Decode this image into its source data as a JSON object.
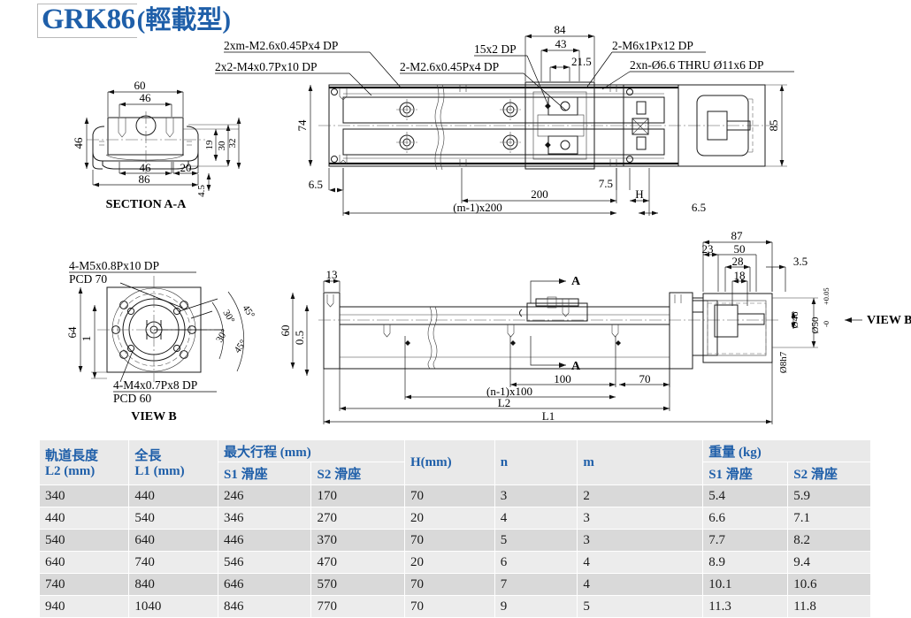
{
  "title": {
    "model": "GRK86",
    "suffix": "(輕載型)"
  },
  "drawing": {
    "section_caption": "SECTION A-A",
    "view_caption": "VIEW B",
    "view_b_arrow_label": "VIEW B",
    "section_arrow_top": "A",
    "section_arrow_bottom": "A",
    "notes": [
      "2xm-M2.6x0.45Px4 DP",
      "2x2-M4x0.7Px10 DP",
      "2-M2.6x0.45Px4 DP",
      "15x2 DP",
      "2-M6x1Px12 DP",
      "2xn-Ø6.6 THRU Ø11x6 DP",
      "4-M5x0.8Px10 DP",
      "PCD 70",
      "4-M4x0.7Px8 DP",
      "PCD 60"
    ],
    "dims_section_aa": {
      "top_outer": "60",
      "top_inner": "46",
      "left_height": "46",
      "bottom_inner": "46",
      "bottom_right": "20",
      "bottom_outer": "86",
      "v_19": "19",
      "v_30": "30",
      "v_32": "32",
      "v_45": "4.5"
    },
    "dims_view_b": {
      "height_64": "64",
      "step_1": "1",
      "ang_45_top": "45°",
      "ang_30_top": "30°",
      "ang_30_bot": "30°",
      "ang_45_bot": "45°"
    },
    "dims_top_view": {
      "d_84": "84",
      "d_43": "43",
      "d_215": "21.5",
      "d_74": "74",
      "d_85": "85",
      "d_65_left": "6.5",
      "d_200": "200",
      "d_m1x200": "(m-1)x200",
      "d_75": "7.5",
      "d_H": "H",
      "d_65_right": "6.5"
    },
    "dims_front_view": {
      "d_13": "13",
      "d_60": "60",
      "d_05": "0.5",
      "d_100": "100",
      "d_70": "70",
      "d_n1x100": "(n-1)x100",
      "d_L2": "L2",
      "d_L1": "L1"
    },
    "dims_motor": {
      "d_87": "87",
      "d_23": "23",
      "d_50": "50",
      "d_28": "28",
      "d_18": "18",
      "d_35": "3.5",
      "d_d46": "Ø46",
      "d_d50": "Ø50",
      "d_d50_tol_up": "+0.05",
      "d_d50_tol_low": "-0",
      "d_d8h7": "Ø8h7"
    }
  },
  "table": {
    "header_groups": [
      {
        "label": "軌道長度",
        "sub": "L2 (mm)"
      },
      {
        "label": "全長",
        "sub": "L1 (mm)"
      },
      {
        "label": "最大行程 (mm)",
        "subs": [
          "S1 滑座",
          "S2 滑座"
        ]
      },
      {
        "label": "H(mm)"
      },
      {
        "label": "n"
      },
      {
        "label": "m"
      },
      {
        "label": "重量 (kg)",
        "subs": [
          "S1 滑座",
          "S2 滑座"
        ]
      }
    ],
    "headers": {
      "l2_title": "軌道長度",
      "l2_sub": "L2 (mm)",
      "l1_title": "全長",
      "l1_sub": "L1 (mm)",
      "stroke_title": "最大行程 (mm)",
      "stroke_s1": "S1 滑座",
      "stroke_s2": "S2 滑座",
      "h": "H(mm)",
      "n": "n",
      "m": "m",
      "weight_title": "重量 (kg)",
      "weight_s1": "S1 滑座",
      "weight_s2": "S2 滑座"
    },
    "rows": [
      {
        "l2": "340",
        "l1": "440",
        "s1": "246",
        "s2": "170",
        "h": "70",
        "n": "3",
        "m": "2",
        "w1": "5.4",
        "w2": "5.9"
      },
      {
        "l2": "440",
        "l1": "540",
        "s1": "346",
        "s2": "270",
        "h": "20",
        "n": "4",
        "m": "3",
        "w1": "6.6",
        "w2": "7.1"
      },
      {
        "l2": "540",
        "l1": "640",
        "s1": "446",
        "s2": "370",
        "h": "70",
        "n": "5",
        "m": "3",
        "w1": "7.7",
        "w2": "8.2"
      },
      {
        "l2": "640",
        "l1": "740",
        "s1": "546",
        "s2": "470",
        "h": "20",
        "n": "6",
        "m": "4",
        "w1": "8.9",
        "w2": "9.4"
      },
      {
        "l2": "740",
        "l1": "840",
        "s1": "646",
        "s2": "570",
        "h": "70",
        "n": "7",
        "m": "4",
        "w1": "10.1",
        "w2": "10.6"
      },
      {
        "l2": "940",
        "l1": "1040",
        "s1": "846",
        "s2": "770",
        "h": "70",
        "n": "9",
        "m": "5",
        "w1": "11.3",
        "w2": "11.8"
      }
    ]
  },
  "colors": {
    "accent": "#1f5fa9",
    "row_odd": "#d9d9d9",
    "row_even": "#ececec",
    "header_bg": "#e9e9e9"
  }
}
